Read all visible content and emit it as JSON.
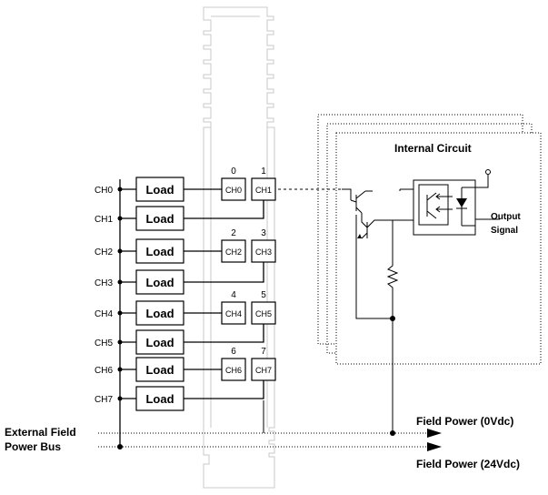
{
  "diagram": {
    "left_channels": [
      "CH0",
      "CH1",
      "CH2",
      "CH3",
      "CH4",
      "CH5",
      "CH6",
      "CH7"
    ],
    "load_label": "Load",
    "terminal_numbers": [
      "0",
      "1",
      "2",
      "3",
      "4",
      "5",
      "6",
      "7"
    ],
    "terminal_labels": [
      "CH0",
      "CH1",
      "CH2",
      "CH3",
      "CH4",
      "CH5",
      "CH6",
      "CH7"
    ],
    "internal_circuit_title": "Internal Circuit",
    "output_signal_line1": "Output",
    "output_signal_line2": "Signal",
    "bus_label_line1": "External Field",
    "bus_label_line2": "Power Bus",
    "field_power_0v": "Field Power (0Vdc)",
    "field_power_24v": "Field Power (24Vdc)"
  }
}
